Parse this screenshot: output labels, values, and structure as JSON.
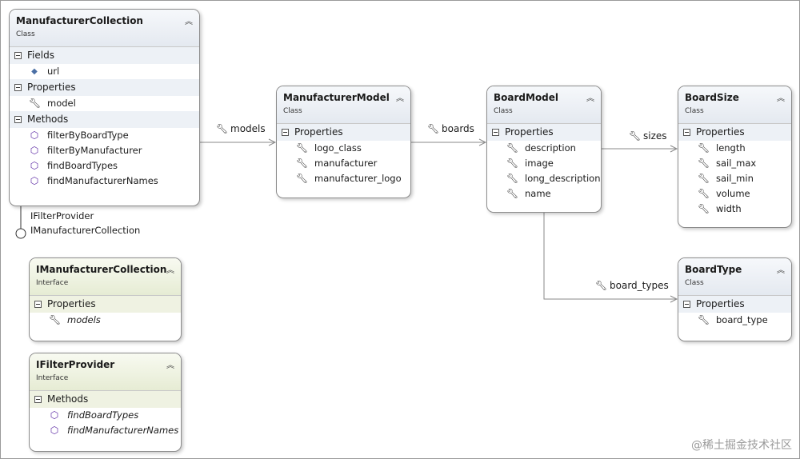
{
  "icons": {
    "property": "wrench-icon",
    "method": "cube-method-icon",
    "field": "cube-field-icon",
    "collapse": "chevrons-up-icon",
    "section_toggle": "minus-box-icon"
  },
  "boxes": {
    "manufacturer_collection": {
      "title": "ManufacturerCollection",
      "stereotype": "Class",
      "fields_label": "Fields",
      "fields": [
        "url"
      ],
      "properties_label": "Properties",
      "properties": [
        "model"
      ],
      "methods_label": "Methods",
      "methods": [
        "filterByBoardType",
        "filterByManufacturer",
        "findBoardTypes",
        "findManufacturerNames"
      ]
    },
    "manufacturer_model": {
      "title": "ManufacturerModel",
      "stereotype": "Class",
      "properties_label": "Properties",
      "properties": [
        "logo_class",
        "manufacturer",
        "manufacturer_logo"
      ]
    },
    "board_model": {
      "title": "BoardModel",
      "stereotype": "Class",
      "properties_label": "Properties",
      "properties": [
        "description",
        "image",
        "long_description",
        "name"
      ]
    },
    "board_size": {
      "title": "BoardSize",
      "stereotype": "Class",
      "properties_label": "Properties",
      "properties": [
        "length",
        "sail_max",
        "sail_min",
        "volume",
        "width"
      ]
    },
    "board_type": {
      "title": "BoardType",
      "stereotype": "Class",
      "properties_label": "Properties",
      "properties": [
        "board_type"
      ]
    },
    "imanufacturer_collection": {
      "title": "IManufacturerCollection",
      "stereotype": "Interface",
      "properties_label": "Properties",
      "properties": [
        "models"
      ]
    },
    "ifilter_provider": {
      "title": "IFilterProvider",
      "stereotype": "Interface",
      "methods_label": "Methods",
      "methods": [
        "findBoardTypes",
        "findManufacturerNames"
      ]
    }
  },
  "associations": {
    "models": "models",
    "boards": "boards",
    "sizes": "sizes",
    "board_types": "board_types"
  },
  "lollipop": {
    "labels": [
      "IFilterProvider",
      "IManufacturerCollection"
    ]
  },
  "watermark": "@稀土掘金技术社区"
}
